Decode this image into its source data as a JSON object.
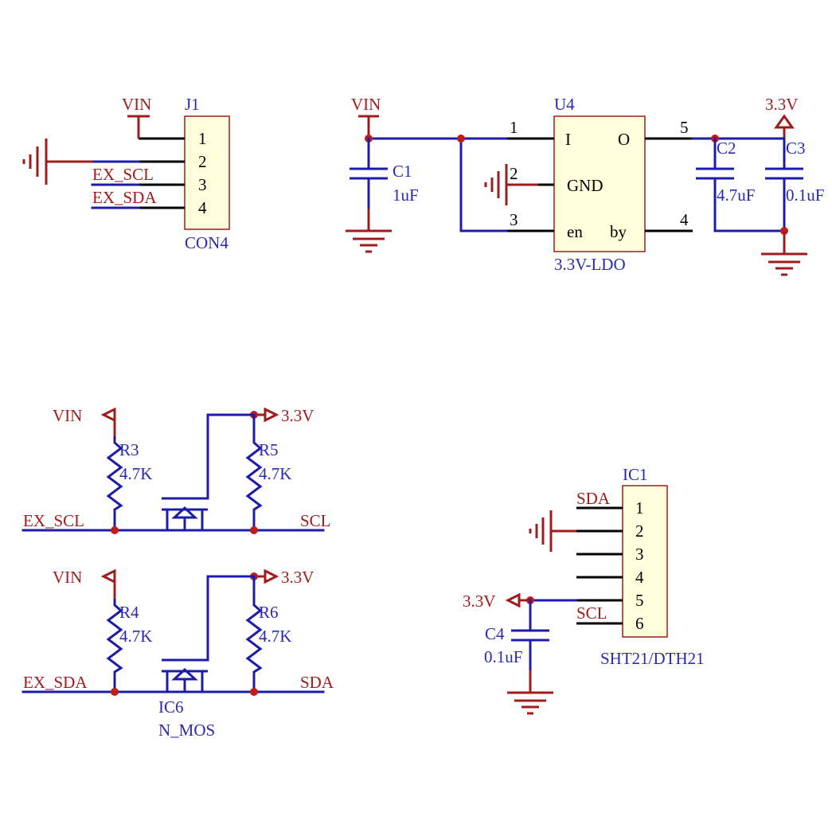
{
  "j1": {
    "ref": "J1",
    "value": "CON4",
    "pins": [
      "1",
      "2",
      "3",
      "4"
    ],
    "vin": "VIN",
    "net_scl": "EX_SCL",
    "net_sda": "EX_SDA"
  },
  "u4": {
    "ref": "U4",
    "value": "3.3V-LDO",
    "pin_i": "I",
    "pin_o": "O",
    "pin_gnd": "GND",
    "pin_en": "en",
    "pin_by": "by",
    "pin1": "1",
    "pin2": "2",
    "pin3": "3",
    "pin4": "4",
    "pin5": "5"
  },
  "ldo": {
    "vin": "VIN",
    "v33": "3.3V",
    "c1": {
      "ref": "C1",
      "value": "1uF"
    },
    "c2": {
      "ref": "C2",
      "value": "4.7uF"
    },
    "c3": {
      "ref": "C3",
      "value": "0.1uF"
    }
  },
  "shifter": {
    "scl": {
      "vin": "VIN",
      "v33": "3.3V",
      "r_low": {
        "ref": "R3",
        "value": "4.7K"
      },
      "r_high": {
        "ref": "R5",
        "value": "4.7K"
      },
      "net_in": "EX_SCL",
      "net_out": "SCL"
    },
    "sda": {
      "vin": "VIN",
      "v33": "3.3V",
      "r_low": {
        "ref": "R4",
        "value": "4.7K"
      },
      "r_high": {
        "ref": "R6",
        "value": "4.7K"
      },
      "net_in": "EX_SDA",
      "net_out": "SDA"
    },
    "mosfet": {
      "ref": "IC6",
      "value": "N_MOS"
    }
  },
  "ic1": {
    "ref": "IC1",
    "value": "SHT21/DTH21",
    "pins": [
      "1",
      "2",
      "3",
      "4",
      "5",
      "6"
    ],
    "net_sda": "SDA",
    "net_scl": "SCL",
    "v33": "3.3V",
    "c4": {
      "ref": "C4",
      "value": "0.1uF"
    }
  },
  "colors": {
    "wire": "#1c1ca8",
    "power": "#a01c1c",
    "body": "#ffffdc",
    "junction": "#c01c1c"
  }
}
